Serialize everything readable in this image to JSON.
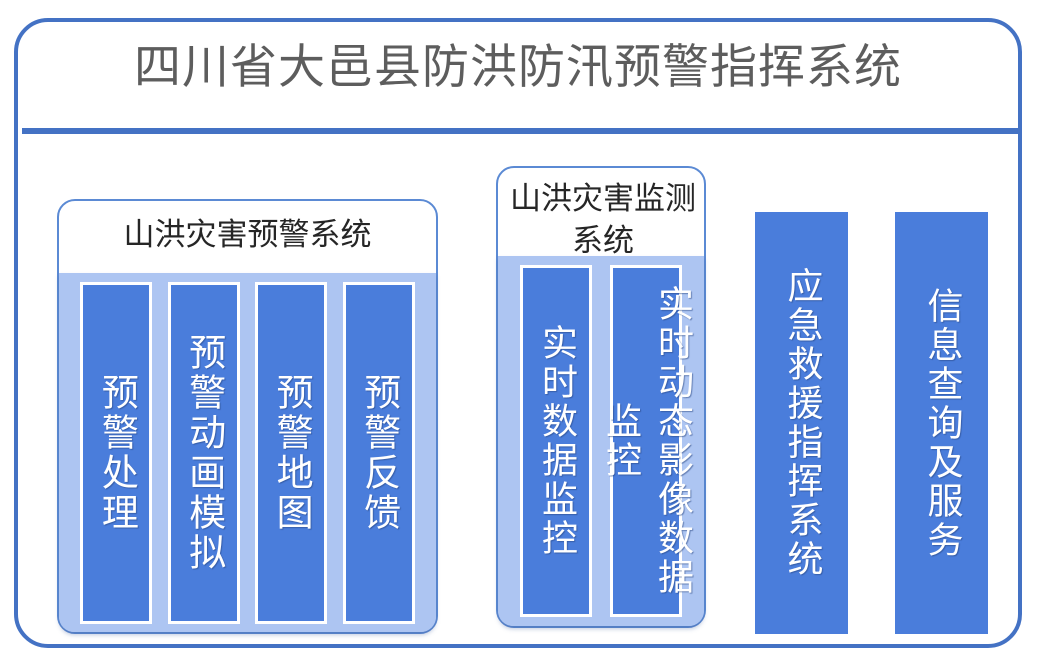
{
  "header": {
    "title": "四川省大邑县防洪防汛预警指挥系统",
    "title_color": "#5d5d5d",
    "divider_color": "#4472c4"
  },
  "theme": {
    "frame_border": "#4472c4",
    "panel_border": "#5b8ad4",
    "panel_fill": "#adc5f2",
    "tile_fill": "#4a7ddb",
    "tile_text": "#ffffff"
  },
  "panels": [
    {
      "id": "warning",
      "title": "山洪灾害预警系统",
      "tiles": [
        {
          "label": "预警处理"
        },
        {
          "label": "预警动画模拟"
        },
        {
          "label": "预警地图"
        },
        {
          "label": "预警反馈"
        }
      ]
    },
    {
      "id": "monitor",
      "title": "山洪灾害监测系统",
      "tiles": [
        {
          "label": "实时数据监控"
        },
        {
          "label": "实时动态影像数据监控"
        }
      ]
    }
  ],
  "standalone_bars": [
    {
      "id": "emergency",
      "label": "应急救援指挥系统"
    },
    {
      "id": "info",
      "label": "信息查询及服务"
    }
  ]
}
